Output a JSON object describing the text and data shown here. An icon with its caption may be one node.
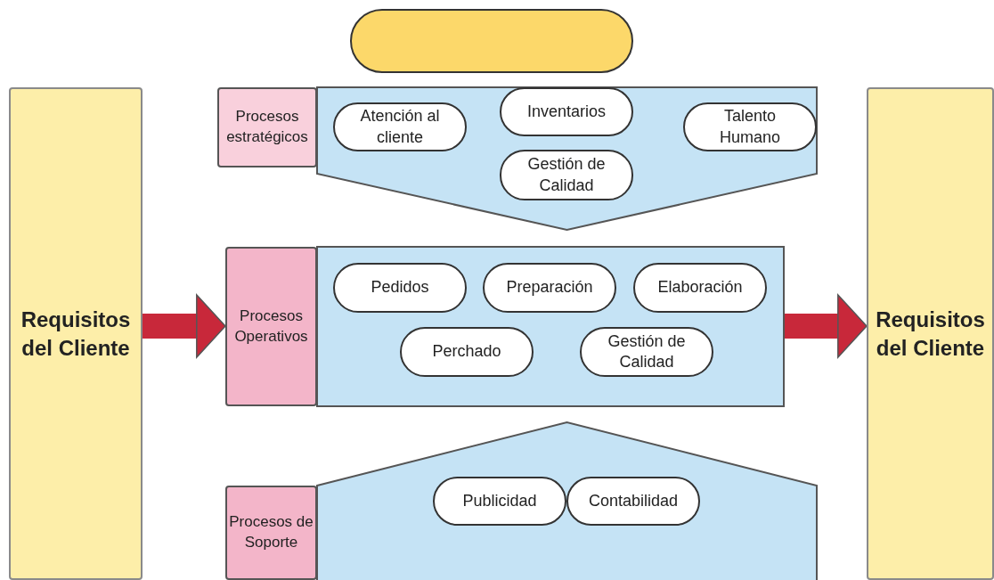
{
  "diagram": {
    "nodes": [
      {
        "text": [],
        "shape": "oval"
      },
      {
        "text": [
          "Requisitos del Cliente"
        ]
      },
      {
        "text": [
          "Procesos estratégicos"
        ]
      },
      {
        "text": [],
        "shape": "pentagon"
      },
      {
        "text": [
          "Atención al cliente"
        ],
        "in": 3
      },
      {
        "text": [
          "Inventarios"
        ],
        "in": 3
      },
      {
        "text": [
          "Talento Humano"
        ],
        "in": 3
      },
      {
        "text": [
          "Gestión de Calidad"
        ],
        "in": 3
      },
      {
        "text": [
          "Procesos Operativos"
        ]
      },
      {
        "text": [],
        "shape": "box"
      },
      {
        "text": [
          "Pedidos"
        ],
        "in": 9
      },
      {
        "text": [
          "Preparación"
        ],
        "in": 9
      },
      {
        "text": [
          "Elaboración"
        ],
        "in": 9
      },
      {
        "text": [
          "Perchado"
        ],
        "in": 9
      },
      {
        "text": [
          "Gestión de Calidad"
        ],
        "in": 9
      },
      {
        "text": [
          "Procesos de Soporte"
        ]
      },
      {
        "text": [],
        "shape": "pentagon"
      },
      {
        "text": [
          "Publicidad"
        ],
        "in": 16
      },
      {
        "text": [
          "Contabilidad"
        ],
        "in": 16
      },
      {
        "text": [
          "Requisitos del Cliente"
        ]
      }
    ],
    "edges": [
      {
        "from": 1,
        "to": 8,
        "arrow": "to"
      },
      {
        "from": 9,
        "to": 19,
        "arrow": "to"
      }
    ]
  }
}
